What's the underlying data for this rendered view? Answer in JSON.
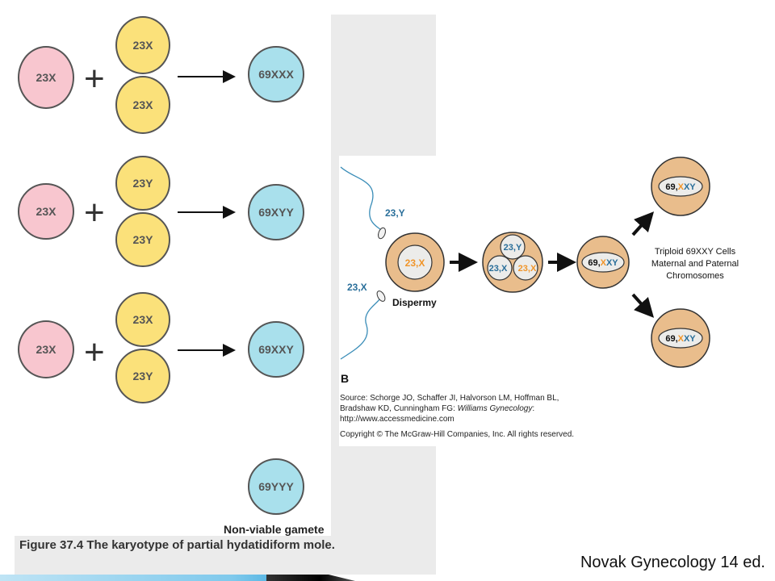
{
  "left_diagram": {
    "rows": [
      {
        "maternal": "23X",
        "paternal_top": "23X",
        "paternal_bottom": "23X",
        "result": "69XXX"
      },
      {
        "maternal": "23X",
        "paternal_top": "23Y",
        "paternal_bottom": "23Y",
        "result": "69XYY"
      },
      {
        "maternal": "23X",
        "paternal_top": "23X",
        "paternal_bottom": "23Y",
        "result": "69XXY"
      }
    ],
    "extra_result": "69YYY",
    "extra_label": "Non-viable gamete",
    "plus_sign": "+",
    "caption": "Figure 37.4 The karyotype of partial hydatidiform mole."
  },
  "right_diagram": {
    "sperm_top_label": "23,Y",
    "sperm_bottom_label": "23,X",
    "egg_label": "23,X",
    "dispermy_label": "Dispermy",
    "stage2_top": "23,Y",
    "stage2_left": "23,X",
    "stage2_right": "23,X",
    "stage3_prefix": "69,",
    "stage3_x": "X",
    "stage3_rest": "XY",
    "result_prefix": "69,",
    "result_x": "X",
    "result_rest": "XY",
    "triploid_line1": "Triploid 69XXY Cells",
    "triploid_line2": "Maternal and Paternal",
    "triploid_line3": "Chromosomes",
    "panel_letter": "B",
    "source_line1": "Source: Schorge JO, Schaffer JI, Halvorson LM, Hoffman BL,",
    "source_line2a": "Bradshaw KD, Cunningham FG: ",
    "source_line2b": "Williams Gynecology",
    "source_line2c": ":",
    "source_line3": "http://www.accessmedicine.com",
    "copyright": "Copyright © The McGraw-Hill Companies, Inc. All rights reserved.",
    "colors": {
      "maternal": "#f0952a",
      "paternal": "#2a6f9a",
      "cell": "#e9bd8c"
    }
  },
  "attribution": "Novak Gynecology 14 ed."
}
